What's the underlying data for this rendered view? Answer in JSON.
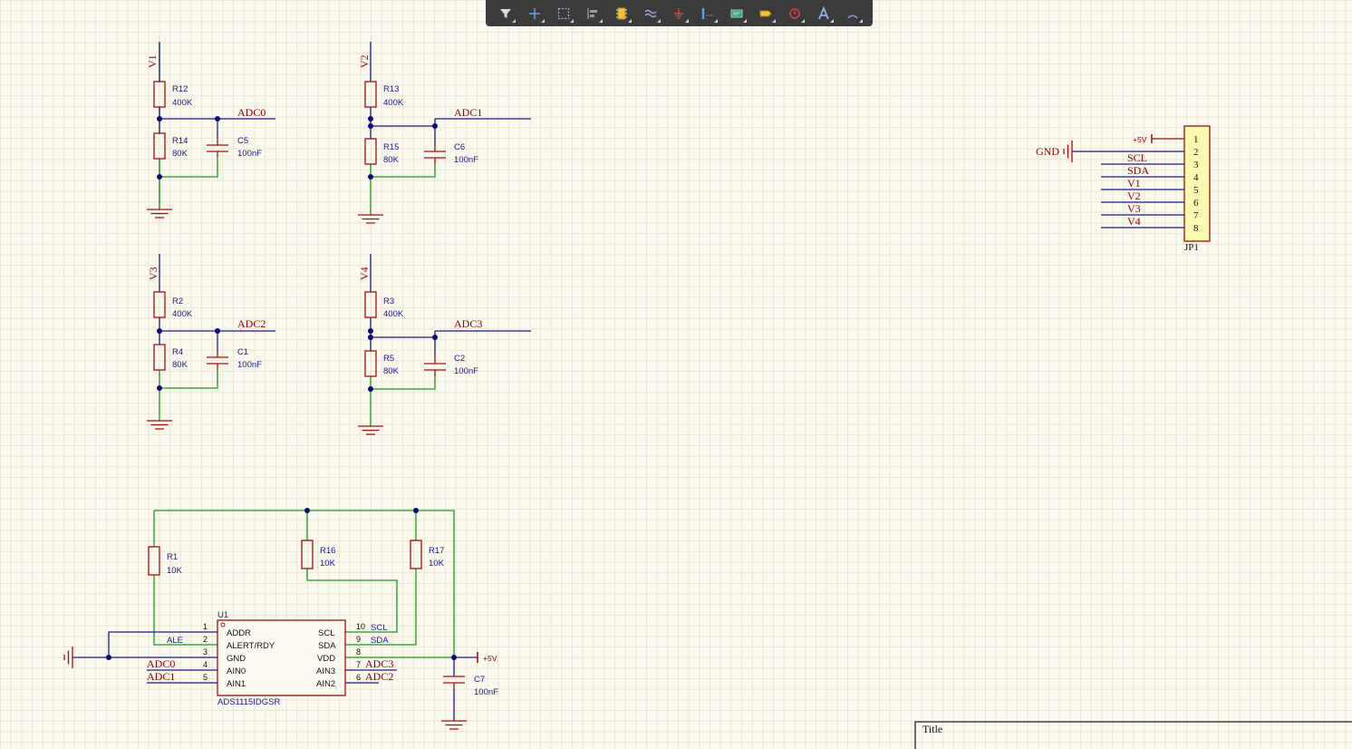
{
  "toolbar": {
    "tools": [
      {
        "name": "filter-tool",
        "icon": "filter-icon"
      },
      {
        "name": "wire-cross-tool",
        "icon": "crosshair-icon"
      },
      {
        "name": "select-area-tool",
        "icon": "dashed-rect-icon"
      },
      {
        "name": "align-tool",
        "icon": "align-icon"
      },
      {
        "name": "place-part-tool",
        "icon": "component-icon"
      },
      {
        "name": "harness-tool",
        "icon": "wave-icon"
      },
      {
        "name": "power-port-tool",
        "icon": "ground-icon"
      },
      {
        "name": "bus-tool",
        "icon": "bus-icon"
      },
      {
        "name": "sheet-symbol-tool",
        "icon": "sheet-symbol-icon"
      },
      {
        "name": "port-tool",
        "icon": "port-icon"
      },
      {
        "name": "directive-tool",
        "icon": "no-erc-icon"
      },
      {
        "name": "text-tool",
        "icon": "text-icon"
      },
      {
        "name": "arc-tool",
        "icon": "arc-icon"
      }
    ]
  },
  "nets": {
    "v1": "V1",
    "v2": "V2",
    "v3": "V3",
    "v4": "V4",
    "adc0": "ADC0",
    "adc1": "ADC1",
    "adc2": "ADC2",
    "adc3": "ADC3",
    "gnd": "GND",
    "plus5v": "+5V",
    "scl": "SCL",
    "sda": "SDA",
    "ale": "ALE"
  },
  "parts": {
    "r12": {
      "des": "R12",
      "val": "400K"
    },
    "r14": {
      "des": "R14",
      "val": "80K"
    },
    "c5": {
      "des": "C5",
      "val": "100nF"
    },
    "r13": {
      "des": "R13",
      "val": "400K"
    },
    "r15": {
      "des": "R15",
      "val": "80K"
    },
    "c6": {
      "des": "C6",
      "val": "100nF"
    },
    "r2": {
      "des": "R2",
      "val": "400K"
    },
    "r4": {
      "des": "R4",
      "val": "80K"
    },
    "c1": {
      "des": "C1",
      "val": "100nF"
    },
    "r3": {
      "des": "R3",
      "val": "400K"
    },
    "r5": {
      "des": "R5",
      "val": "80K"
    },
    "c2": {
      "des": "C2",
      "val": "100nF"
    },
    "r1": {
      "des": "R1",
      "val": "10K"
    },
    "r16": {
      "des": "R16",
      "val": "10K"
    },
    "r17": {
      "des": "R17",
      "val": "10K"
    },
    "c7": {
      "des": "C7",
      "val": "100nF"
    },
    "u1": {
      "des": "U1",
      "val": "ADS1115IDGSR"
    },
    "jp1": {
      "des": "JP1"
    }
  },
  "u1_pins": {
    "left": [
      {
        "num": "1",
        "name": "ADDR"
      },
      {
        "num": "2",
        "name": "ALERT/RDY"
      },
      {
        "num": "3",
        "name": "GND"
      },
      {
        "num": "4",
        "name": "AIN0"
      },
      {
        "num": "5",
        "name": "AIN1"
      }
    ],
    "right": [
      {
        "num": "10",
        "name": "SCL"
      },
      {
        "num": "9",
        "name": "SDA"
      },
      {
        "num": "8",
        "name": "VDD"
      },
      {
        "num": "7",
        "name": "AIN3"
      },
      {
        "num": "6",
        "name": "AIN2"
      }
    ]
  },
  "jp1_pins": [
    "1",
    "2",
    "3",
    "4",
    "5",
    "6",
    "7",
    "8"
  ],
  "title_block": {
    "title_label": "Title"
  },
  "colors": {
    "wire": "#1a1a8c",
    "net_green": "#1a9a1a",
    "part": "#a01010",
    "junction": "#0a0a7a",
    "toolbar": "#3b3b3b"
  }
}
